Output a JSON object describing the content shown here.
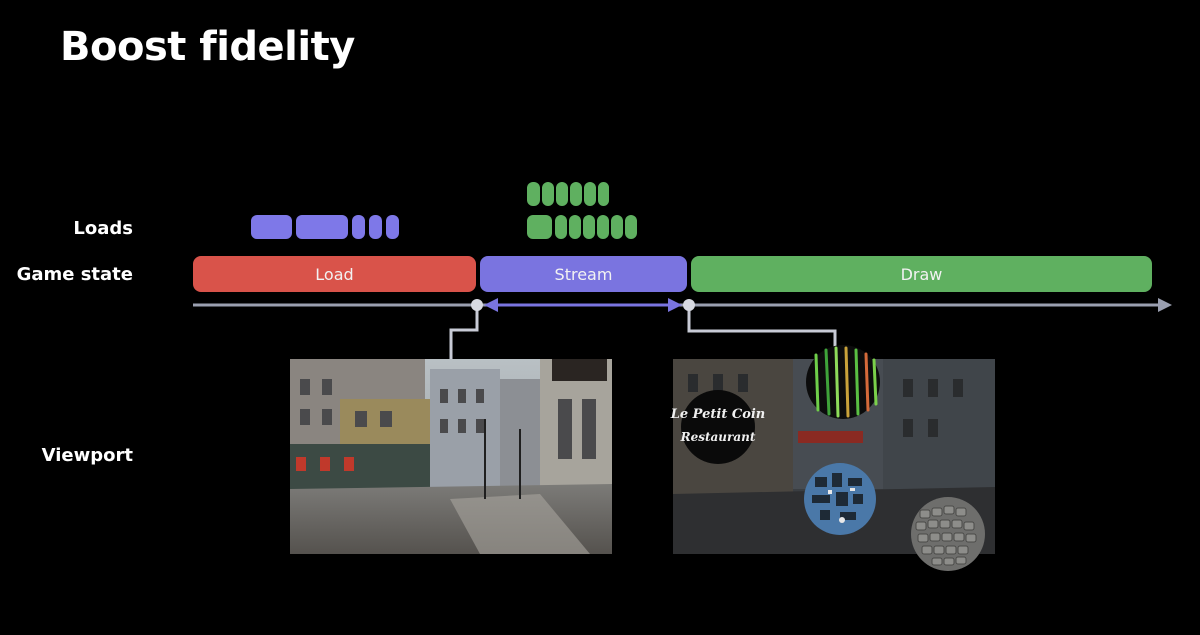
{
  "title": "Boost fidelity",
  "rows": {
    "loads": "Loads",
    "game_state": "Game state",
    "viewport": "Viewport"
  },
  "states": {
    "load": "Load",
    "stream": "Stream",
    "draw": "Draw"
  },
  "sign": {
    "line1": "Le Petit Coin",
    "line2": "Restaurant"
  },
  "colors": {
    "load": "#d9534a",
    "stream": "#7a74e0",
    "draw": "#5fb060",
    "timeline": "#9a9fb0"
  }
}
